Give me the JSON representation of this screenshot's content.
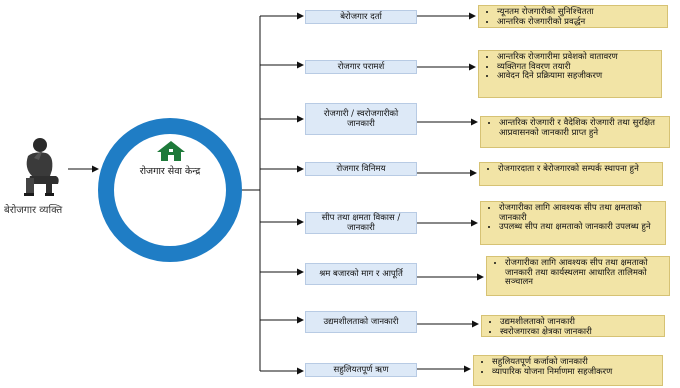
{
  "person": {
    "icon": "worried-seated-man-icon",
    "label": "बेरोजगार व्यक्ति"
  },
  "center": {
    "icon": "house-icon",
    "icon_color": "#1e7a3a",
    "ring_color": "#1f7dc5",
    "label": "रोजगार सेवा केन्द्र"
  },
  "services": [
    {
      "label": "बेरोजगार दर्ता",
      "details": [
        "न्यूनतम रोजगारीको सुनिश्चितता",
        "आन्तरिक रोजगारीको प्रवर्द्धन"
      ]
    },
    {
      "label": "रोजगार परामर्श",
      "details": [
        "आन्तरिक रोजगारीमा प्रवेशको वातावरण",
        "व्यक्तिगत विवरण तयारी",
        "आवेदन दिने प्रक्रियामा सहजीकरण"
      ]
    },
    {
      "label": "रोजगारी / स्वरोजगारीको जानकारी",
      "details": [
        "आन्तरिक रोजगारी र वैदेशिक रोजगारी तथा सुरक्षित आप्रवासनको जानकारी प्राप्त हुने"
      ]
    },
    {
      "label": "रोजगार विनिमय",
      "details": [
        "रोजगारदाता र बेरोजगारको सम्पर्क स्थापना हुने"
      ]
    },
    {
      "label": "सीप तथा क्षमता विकास / जानकारी",
      "details": [
        "रोजगारीका लागि आवश्यक सीप तथा क्षमताको जानकारी",
        "उपलब्ध सीप तथा क्षमताको जानकारी उपलब्ध हुने"
      ]
    },
    {
      "label": "श्रम बजारको माग र आपूर्ति",
      "details": [
        "रोजगारीका लागि आवश्यक सीप तथा क्षमताको जानकारी तथा कार्यस्थलमा आधारित तालिमको सञ्चालन"
      ]
    },
    {
      "label": "उद्यमशीलताको जानकारी",
      "details": [
        "उद्यमशीलताको जानकारी",
        "स्वरोजगारका क्षेत्रका जानकारी"
      ]
    },
    {
      "label": "सहुलियतपूर्ण ऋण",
      "details": [
        "सहुलियतपूर्ण कर्जाको जानकारी",
        "व्यापारिक योजना निर्माणमा सहजीकरण"
      ]
    }
  ],
  "colors": {
    "service_box": "#dde9f7",
    "detail_box": "#f2e4a6",
    "connector": "#111111"
  }
}
